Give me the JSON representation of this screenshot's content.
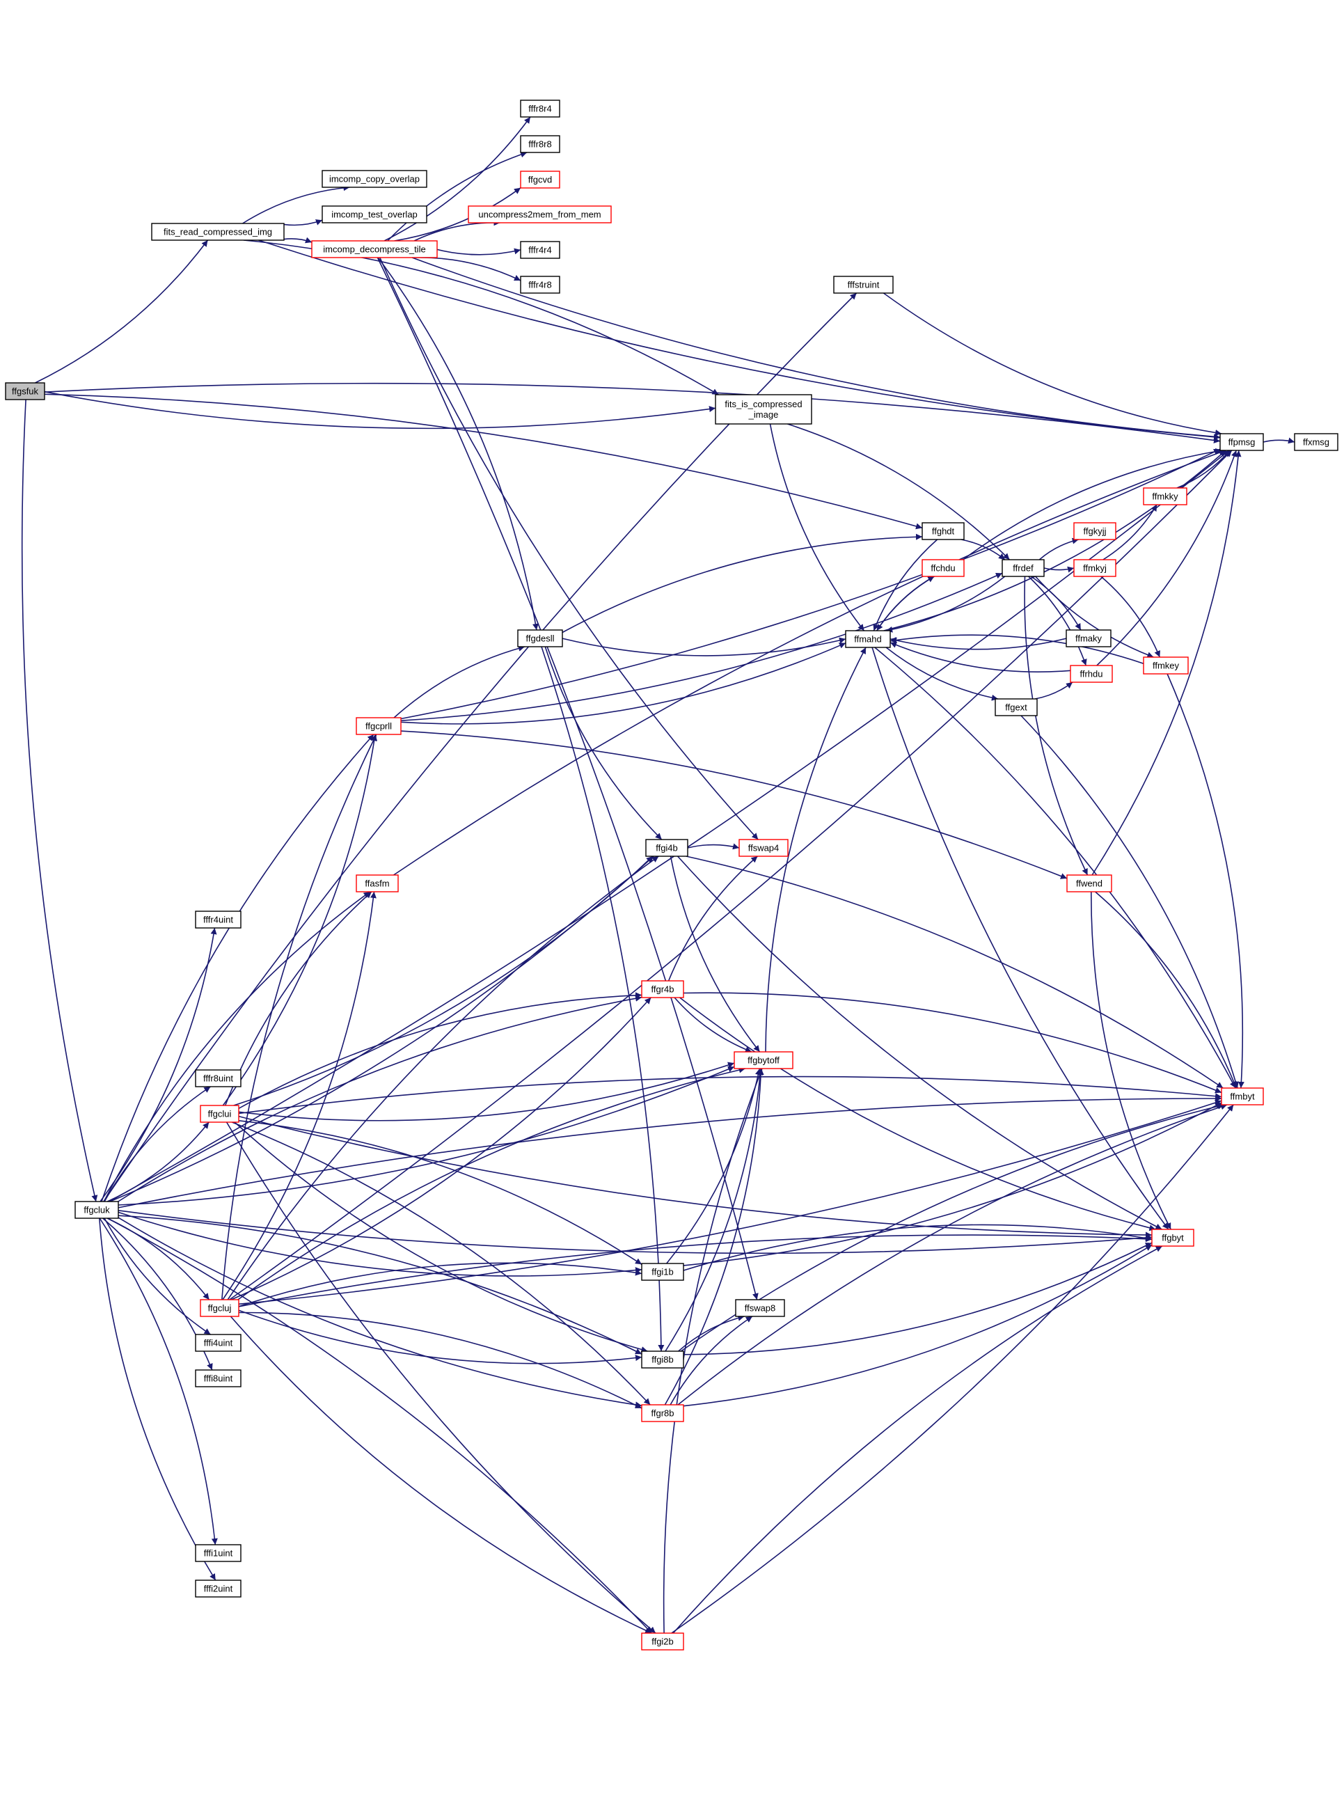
{
  "colors": {
    "edge": "#191970",
    "node_border": "#000000",
    "node_border_incomplete": "#ff0000",
    "root_fill": "#bfbfbf",
    "background": "#ffffff"
  },
  "nodes": [
    {
      "id": "ffgsfuk",
      "lines": [
        "ffgsfuk"
      ],
      "root": true
    },
    {
      "id": "fits_read_compressed_img",
      "lines": [
        "fits_read_compressed_img"
      ]
    },
    {
      "id": "imcomp_copy_overlap",
      "lines": [
        "imcomp_copy_overlap"
      ]
    },
    {
      "id": "imcomp_test_overlap",
      "lines": [
        "imcomp_test_overlap"
      ]
    },
    {
      "id": "imcomp_decompress_tile",
      "lines": [
        "imcomp_decompress_tile"
      ],
      "red": true
    },
    {
      "id": "fffr8r4",
      "lines": [
        "fffr8r4"
      ]
    },
    {
      "id": "fffr8r8",
      "lines": [
        "fffr8r8"
      ]
    },
    {
      "id": "ffgcvd",
      "lines": [
        "ffgcvd"
      ],
      "red": true
    },
    {
      "id": "uncompress2mem_from_mem",
      "lines": [
        "uncompress2mem_from_mem"
      ],
      "red": true
    },
    {
      "id": "fffr4r4",
      "lines": [
        "fffr4r4"
      ]
    },
    {
      "id": "fffr4r8",
      "lines": [
        "fffr4r8"
      ]
    },
    {
      "id": "fffstruint",
      "lines": [
        "fffstruint"
      ]
    },
    {
      "id": "fits_is_compressed_image",
      "lines": [
        "fits_is_compressed",
        "_image"
      ]
    },
    {
      "id": "ffpmsg",
      "lines": [
        "ffpmsg"
      ]
    },
    {
      "id": "ffxmsg",
      "lines": [
        "ffxmsg"
      ]
    },
    {
      "id": "ffmkky",
      "lines": [
        "ffmkky"
      ],
      "red": true
    },
    {
      "id": "ffghdt",
      "lines": [
        "ffghdt"
      ]
    },
    {
      "id": "ffchdu",
      "lines": [
        "ffchdu"
      ],
      "red": true
    },
    {
      "id": "ffrdef",
      "lines": [
        "ffrdef"
      ]
    },
    {
      "id": "ffgkyjj",
      "lines": [
        "ffgkyjj"
      ],
      "red": true
    },
    {
      "id": "ffmkyj",
      "lines": [
        "ffmkyj"
      ],
      "red": true
    },
    {
      "id": "ffgdesll",
      "lines": [
        "ffgdesll"
      ]
    },
    {
      "id": "ffmahd",
      "lines": [
        "ffmahd"
      ]
    },
    {
      "id": "ffmaky",
      "lines": [
        "ffmaky"
      ]
    },
    {
      "id": "ffmkey",
      "lines": [
        "ffmkey"
      ],
      "red": true
    },
    {
      "id": "ffrhdu",
      "lines": [
        "ffrhdu"
      ],
      "red": true
    },
    {
      "id": "ffgext",
      "lines": [
        "ffgext"
      ]
    },
    {
      "id": "ffgcprll",
      "lines": [
        "ffgcprll"
      ],
      "red": true
    },
    {
      "id": "ffgi4b",
      "lines": [
        "ffgi4b"
      ]
    },
    {
      "id": "ffswap4",
      "lines": [
        "ffswap4"
      ],
      "red": true
    },
    {
      "id": "ffasfm",
      "lines": [
        "ffasfm"
      ],
      "red": true
    },
    {
      "id": "ffwend",
      "lines": [
        "ffwend"
      ],
      "red": true
    },
    {
      "id": "fffr4uint",
      "lines": [
        "fffr4uint"
      ]
    },
    {
      "id": "ffgr4b",
      "lines": [
        "ffgr4b"
      ],
      "red": true
    },
    {
      "id": "ffgbytoff",
      "lines": [
        "ffgbytoff"
      ],
      "red": true
    },
    {
      "id": "fffr8uint",
      "lines": [
        "fffr8uint"
      ]
    },
    {
      "id": "ffgclui",
      "lines": [
        "ffgclui"
      ],
      "red": true
    },
    {
      "id": "ffmbyt",
      "lines": [
        "ffmbyt"
      ],
      "red": true
    },
    {
      "id": "ffgcluk",
      "lines": [
        "ffgcluk"
      ]
    },
    {
      "id": "ffgbyt",
      "lines": [
        "ffgbyt"
      ],
      "red": true
    },
    {
      "id": "ffgi1b",
      "lines": [
        "ffgi1b"
      ]
    },
    {
      "id": "ffgcluj",
      "lines": [
        "ffgcluj"
      ],
      "red": true
    },
    {
      "id": "ffswap8",
      "lines": [
        "ffswap8"
      ]
    },
    {
      "id": "fffi4uint",
      "lines": [
        "fffi4uint"
      ]
    },
    {
      "id": "ffgi8b",
      "lines": [
        "ffgi8b"
      ]
    },
    {
      "id": "fffi8uint",
      "lines": [
        "fffi8uint"
      ]
    },
    {
      "id": "ffgr8b",
      "lines": [
        "ffgr8b"
      ],
      "red": true
    },
    {
      "id": "fffi1uint",
      "lines": [
        "fffi1uint"
      ]
    },
    {
      "id": "fffi2uint",
      "lines": [
        "fffi2uint"
      ]
    },
    {
      "id": "ffgi2b",
      "lines": [
        "ffgi2b"
      ],
      "red": true
    }
  ],
  "edges": [
    [
      "ffgsfuk",
      "fits_read_compressed_img"
    ],
    [
      "ffgsfuk",
      "ffpmsg"
    ],
    [
      "ffgsfuk",
      "fits_is_compressed_image"
    ],
    [
      "ffgsfuk",
      "ffghdt"
    ],
    [
      "ffgsfuk",
      "ffgcluk"
    ],
    [
      "fits_read_compressed_img",
      "imcomp_copy_overlap"
    ],
    [
      "fits_read_compressed_img",
      "imcomp_test_overlap"
    ],
    [
      "fits_read_compressed_img",
      "imcomp_decompress_tile"
    ],
    [
      "fits_read_compressed_img",
      "ffpmsg"
    ],
    [
      "fits_read_compressed_img",
      "fits_is_compressed_image"
    ],
    [
      "imcomp_decompress_tile",
      "fffr8r4"
    ],
    [
      "imcomp_decompress_tile",
      "fffr8r8"
    ],
    [
      "imcomp_decompress_tile",
      "ffgcvd"
    ],
    [
      "imcomp_decompress_tile",
      "uncompress2mem_from_mem"
    ],
    [
      "imcomp_decompress_tile",
      "fffr4r4"
    ],
    [
      "imcomp_decompress_tile",
      "fffr4r8"
    ],
    [
      "imcomp_decompress_tile",
      "ffpmsg"
    ],
    [
      "imcomp_decompress_tile",
      "ffgdesll"
    ],
    [
      "imcomp_decompress_tile",
      "ffswap4"
    ],
    [
      "imcomp_decompress_tile",
      "ffswap8"
    ],
    [
      "fffstruint",
      "ffpmsg"
    ],
    [
      "fits_is_compressed_image",
      "ffrdef"
    ],
    [
      "fits_is_compressed_image",
      "ffmahd"
    ],
    [
      "ffpmsg",
      "ffxmsg"
    ],
    [
      "ffmkky",
      "ffpmsg"
    ],
    [
      "ffghdt",
      "ffrdef"
    ],
    [
      "ffghdt",
      "ffmahd"
    ],
    [
      "ffchdu",
      "ffpmsg"
    ],
    [
      "ffchdu",
      "ffmahd"
    ],
    [
      "ffrdef",
      "ffgkyjj"
    ],
    [
      "ffrdef",
      "ffmkyj"
    ],
    [
      "ffrdef",
      "ffmaky"
    ],
    [
      "ffrdef",
      "ffmkey"
    ],
    [
      "ffrdef",
      "ffrhdu"
    ],
    [
      "ffrdef",
      "ffwend"
    ],
    [
      "ffrdef",
      "ffmahd"
    ],
    [
      "ffmkyj",
      "ffmkky"
    ],
    [
      "ffmkyj",
      "ffmkey"
    ],
    [
      "ffgdesll",
      "ffmahd"
    ],
    [
      "ffgdesll",
      "ffghdt"
    ],
    [
      "ffgdesll",
      "ffgi4b"
    ],
    [
      "ffgdesll",
      "ffgi8b"
    ],
    [
      "ffmahd",
      "ffpmsg"
    ],
    [
      "ffmahd",
      "ffchdu"
    ],
    [
      "ffmahd",
      "ffgext"
    ],
    [
      "ffmahd",
      "ffmbyt"
    ],
    [
      "ffmahd",
      "ffgbyt"
    ],
    [
      "ffmaky",
      "ffmahd"
    ],
    [
      "ffmkey",
      "ffmahd"
    ],
    [
      "ffmkey",
      "ffmbyt"
    ],
    [
      "ffrhdu",
      "ffpmsg"
    ],
    [
      "ffrhdu",
      "ffmahd"
    ],
    [
      "ffgext",
      "ffrhdu"
    ],
    [
      "ffgext",
      "ffmbyt"
    ],
    [
      "ffgcprll",
      "ffpmsg"
    ],
    [
      "ffgcprll",
      "ffgdesll"
    ],
    [
      "ffgcprll",
      "ffmahd"
    ],
    [
      "ffgcprll",
      "ffwend"
    ],
    [
      "ffgcprll",
      "ffrdef"
    ],
    [
      "ffgi4b",
      "ffswap4"
    ],
    [
      "ffgi4b",
      "ffgbytoff"
    ],
    [
      "ffgi4b",
      "ffmbyt"
    ],
    [
      "ffgi4b",
      "ffgbyt"
    ],
    [
      "ffasfm",
      "ffpmsg"
    ],
    [
      "ffwend",
      "ffpmsg"
    ],
    [
      "ffwend",
      "ffmbyt"
    ],
    [
      "ffwend",
      "ffgbyt"
    ],
    [
      "ffgr4b",
      "ffswap4"
    ],
    [
      "ffgr4b",
      "ffgbytoff"
    ],
    [
      "ffgr4b",
      "ffmbyt"
    ],
    [
      "ffgr4b",
      "ffgbyt"
    ],
    [
      "ffgbytoff",
      "ffmahd"
    ],
    [
      "ffgclui",
      "ffgcprll"
    ],
    [
      "ffgclui",
      "ffasfm"
    ],
    [
      "ffgclui",
      "ffgi4b"
    ],
    [
      "ffgclui",
      "ffgr4b"
    ],
    [
      "ffgclui",
      "ffgbytoff"
    ],
    [
      "ffgclui",
      "ffmbyt"
    ],
    [
      "ffgclui",
      "ffgbyt"
    ],
    [
      "ffgclui",
      "ffgi1b"
    ],
    [
      "ffgclui",
      "ffgi8b"
    ],
    [
      "ffgclui",
      "ffgr8b"
    ],
    [
      "ffgclui",
      "ffgi2b"
    ],
    [
      "ffgcluk",
      "fffstruint"
    ],
    [
      "ffgcluk",
      "ffpmsg"
    ],
    [
      "ffgcluk",
      "ffgcprll"
    ],
    [
      "ffgcluk",
      "ffgi4b"
    ],
    [
      "ffgcluk",
      "ffasfm"
    ],
    [
      "ffgcluk",
      "fffr4uint"
    ],
    [
      "ffgcluk",
      "ffgr4b"
    ],
    [
      "ffgcluk",
      "ffgbytoff"
    ],
    [
      "ffgcluk",
      "fffr8uint"
    ],
    [
      "ffgcluk",
      "ffgclui"
    ],
    [
      "ffgcluk",
      "ffgcluj"
    ],
    [
      "ffgcluk",
      "fffi4uint"
    ],
    [
      "ffgcluk",
      "fffi8uint"
    ],
    [
      "ffgcluk",
      "ffgi1b"
    ],
    [
      "ffgcluk",
      "ffgi8b"
    ],
    [
      "ffgcluk",
      "ffgr8b"
    ],
    [
      "ffgcluk",
      "fffi1uint"
    ],
    [
      "ffgcluk",
      "fffi2uint"
    ],
    [
      "ffgcluk",
      "ffgi2b"
    ],
    [
      "ffgcluk",
      "ffgbyt"
    ],
    [
      "ffgcluk",
      "ffmbyt"
    ],
    [
      "ffgi1b",
      "ffgbytoff"
    ],
    [
      "ffgi1b",
      "ffgbyt"
    ],
    [
      "ffgi1b",
      "ffmbyt"
    ],
    [
      "ffgcluj",
      "ffgcprll"
    ],
    [
      "ffgcluj",
      "ffasfm"
    ],
    [
      "ffgcluj",
      "ffgi4b"
    ],
    [
      "ffgcluj",
      "ffgr4b"
    ],
    [
      "ffgcluj",
      "ffgbytoff"
    ],
    [
      "ffgcluj",
      "ffpmsg"
    ],
    [
      "ffgcluj",
      "ffgi1b"
    ],
    [
      "ffgcluj",
      "ffgi8b"
    ],
    [
      "ffgcluj",
      "ffgr8b"
    ],
    [
      "ffgcluj",
      "ffgi2b"
    ],
    [
      "ffgcluj",
      "ffgbyt"
    ],
    [
      "ffgcluj",
      "ffmbyt"
    ],
    [
      "ffgi8b",
      "ffswap8"
    ],
    [
      "ffgi8b",
      "ffgbytoff"
    ],
    [
      "ffgi8b",
      "ffmbyt"
    ],
    [
      "ffgi8b",
      "ffgbyt"
    ],
    [
      "ffgr8b",
      "ffswap8"
    ],
    [
      "ffgr8b",
      "ffgbytoff"
    ],
    [
      "ffgr8b",
      "ffmbyt"
    ],
    [
      "ffgr8b",
      "ffgbyt"
    ],
    [
      "ffgi2b",
      "ffgbytoff"
    ],
    [
      "ffgi2b",
      "ffmbyt"
    ],
    [
      "ffgi2b",
      "ffgbyt"
    ]
  ]
}
